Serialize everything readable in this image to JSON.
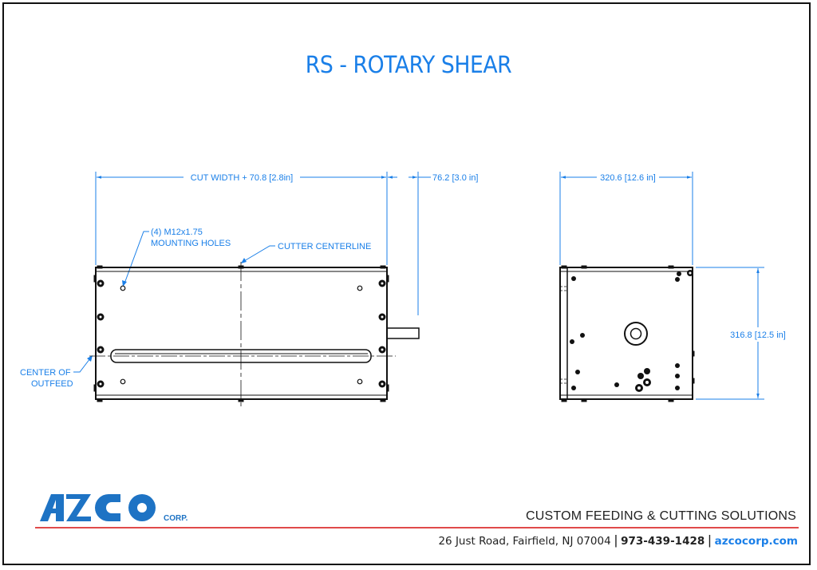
{
  "title": "RS - ROTARY SHEAR",
  "front_view": {
    "dimensions": {
      "overall_width": "CUT WIDTH + 70.8 [2.8in]",
      "shaft_extension": "76.2 [3.0 in]"
    },
    "callouts": {
      "mounting_holes_line1": "(4) M12x1.75",
      "mounting_holes_line2": "MOUNTING HOLES",
      "cutter_centerline": "CUTTER CENTERLINE",
      "outfeed_line1": "CENTER OF",
      "outfeed_line2": "OUTFEED"
    }
  },
  "side_view": {
    "dimensions": {
      "depth": "320.6 [12.6 in]",
      "height": "316.8 [12.5 in]"
    }
  },
  "footer": {
    "logo": "AZCO",
    "logo_suffix": "CORP.",
    "tagline": "CUSTOM FEEDING & CUTTING SOLUTIONS",
    "address": "26 Just Road, Fairfield, NJ 07004",
    "separator": "|",
    "phone": "973-439-1428",
    "website": "azcocorp.com"
  },
  "colors": {
    "dimension_blue": "#1a7fe8",
    "logo_blue": "#1e73c4",
    "rule_red": "#e04a4a",
    "line_black": "#111111"
  }
}
